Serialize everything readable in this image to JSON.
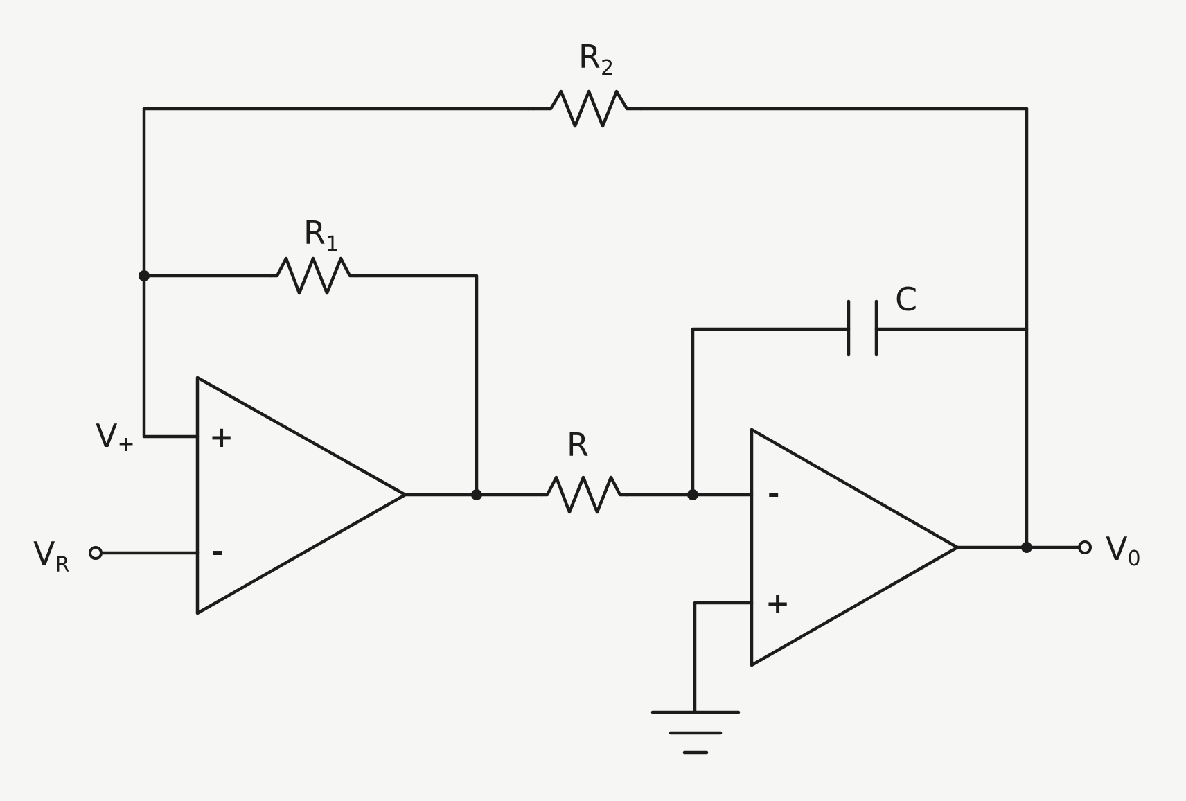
{
  "labels": {
    "r2": "R2",
    "r1": "R1",
    "r": "R",
    "c": "C",
    "v_plus": "V+",
    "v_r": "VR",
    "v_o": "V0"
  },
  "label_parts": {
    "r2_main": "R",
    "r2_sub": "2",
    "r1_main": "R",
    "r1_sub": "1",
    "vp_main": "V",
    "vp_sub": "+",
    "vr_main": "V",
    "vr_sub": "R",
    "vo_main": "V",
    "vo_sub": "0"
  },
  "opamp1": {
    "plus_sign": "+",
    "minus_sign": "-"
  },
  "opamp2": {
    "plus_sign": "+",
    "minus_sign": "-"
  }
}
